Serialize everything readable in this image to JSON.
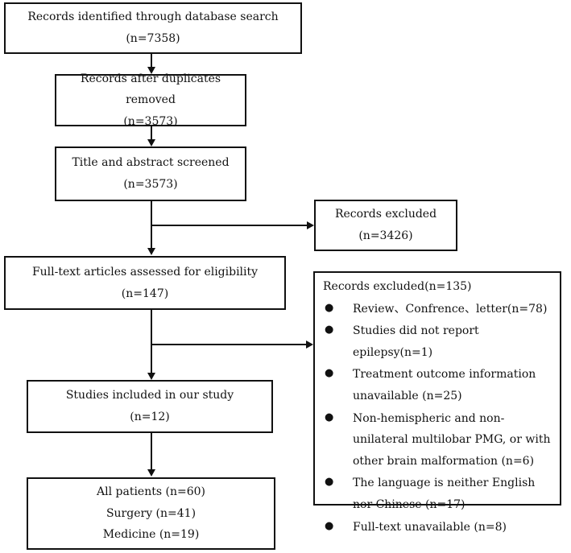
{
  "identified": {
    "line1": "Records identified through database search",
    "line2": "(n=7358)"
  },
  "duplicates": {
    "line1": "Records after duplicates removed",
    "line2": "(n=3573)"
  },
  "screened": {
    "line1": "Title and abstract screened",
    "line2": "(n=3573)"
  },
  "excluded_screen": {
    "line1": "Records excluded",
    "line2": "(n=3426)"
  },
  "fulltext": {
    "line1": "Full-text articles assessed for eligibility",
    "line2": "(n=147)"
  },
  "excluded_fulltext": {
    "title": "Records excluded(n=135)",
    "bullet": "●",
    "reasons": [
      "Review、Confrence、letter(n=78)",
      "Studies did not report epilepsy(n=1)",
      "Treatment outcome information unavailable (n=25)",
      "Non-hemispheric and non-unilateral multilobar PMG, or with other brain malformation (n=6)",
      "The language is neither English nor Chinese (n=17)",
      "Full-text unavailable (n=8)"
    ]
  },
  "included": {
    "line1": "Studies included in our study",
    "line2": "(n=12)"
  },
  "patients": {
    "line1": "All patients (n=60)",
    "line2": "Surgery (n=41)",
    "line3": "Medicine (n=19)"
  }
}
